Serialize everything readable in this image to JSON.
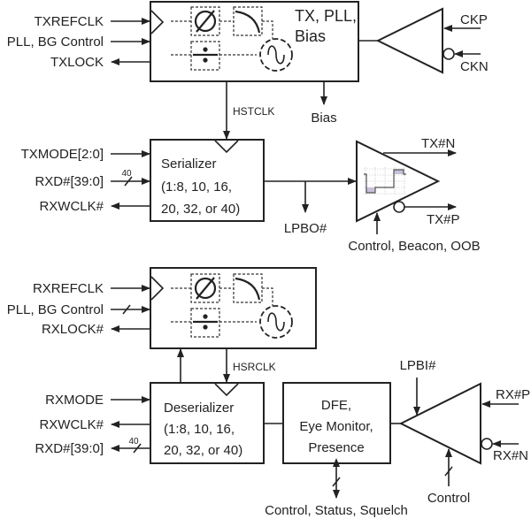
{
  "tx_pll": {
    "title_line1": "TX, PLL,",
    "title_line2": "Bias",
    "inputs": [
      "TXREFCLK",
      "PLL, BG Control"
    ],
    "outputs": [
      "TXLOCK"
    ],
    "clock_out": "HSTCLK",
    "bias_out": "Bias"
  },
  "clock_buffer": {
    "inputs": [
      "CKP",
      "CKN"
    ]
  },
  "serializer": {
    "line1": "Serializer",
    "line2": "(1:8, 10, 16,",
    "line3": "20, 32, or 40)",
    "inputs": [
      "TXMODE[2:0]",
      "RXD#[39:0]"
    ],
    "outputs": [
      "RXWCLK#"
    ],
    "bus_width": "40",
    "loopback": "LPBO#"
  },
  "tx_driver": {
    "outputs": [
      "TX#N",
      "TX#P"
    ],
    "control": "Control, Beacon, OOB",
    "waveform_color": "#c9c0dc"
  },
  "rx_pll": {
    "inputs": [
      "RXREFCLK",
      "PLL, BG Control"
    ],
    "outputs": [
      "RXLOCK#"
    ],
    "clock_out": "HSRCLK"
  },
  "deserializer": {
    "line1": "Deserializer",
    "line2": "(1:8, 10, 16,",
    "line3": "20, 32, or 40)",
    "inputs": [
      "RXMODE"
    ],
    "outputs": [
      "RXWCLK#",
      "RXD#[39:0]"
    ],
    "bus_width": "40"
  },
  "dfe": {
    "line1": "DFE,",
    "line2": "Eye Monitor,",
    "line3": "Presence",
    "control": "Control, Status, Squelch"
  },
  "rx_receiver": {
    "inputs": [
      "RX#P",
      "RX#N"
    ],
    "loopback": "LPBI#",
    "control": "Control"
  }
}
